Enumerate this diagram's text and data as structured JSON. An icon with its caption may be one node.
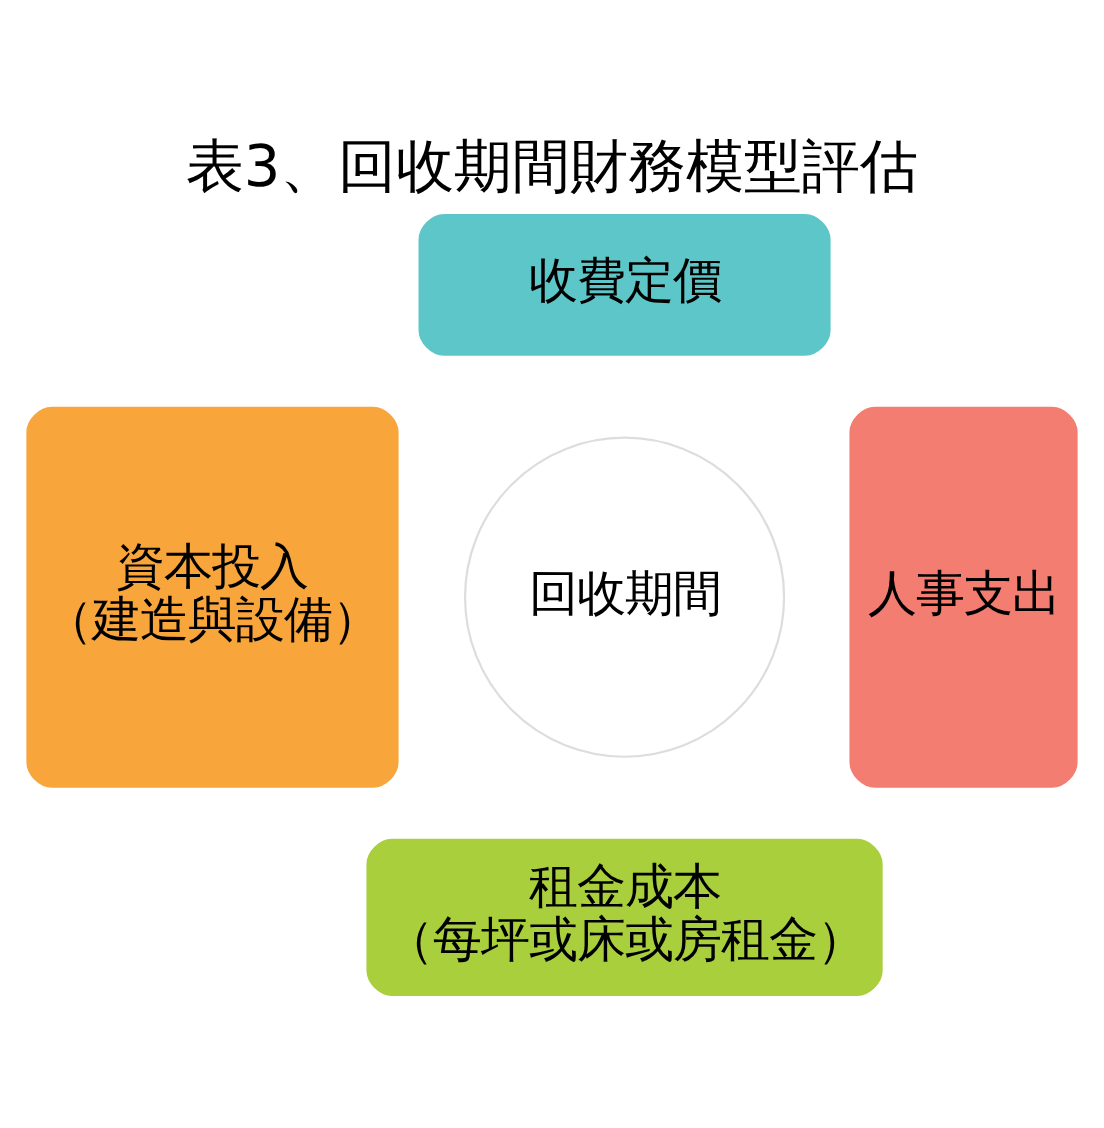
{
  "diagram": {
    "title": "表3、回收期間財務模型評估",
    "nodes": [
      {
        "text": [
          "收費定價"
        ]
      },
      {
        "text": [
          "資本投入",
          "（建造與設備）"
        ]
      },
      {
        "text": [
          "回收期間"
        ]
      },
      {
        "text": [
          "人事支出"
        ]
      },
      {
        "text": [
          "租金成本",
          "（每坪或床或房租金）"
        ]
      }
    ]
  }
}
